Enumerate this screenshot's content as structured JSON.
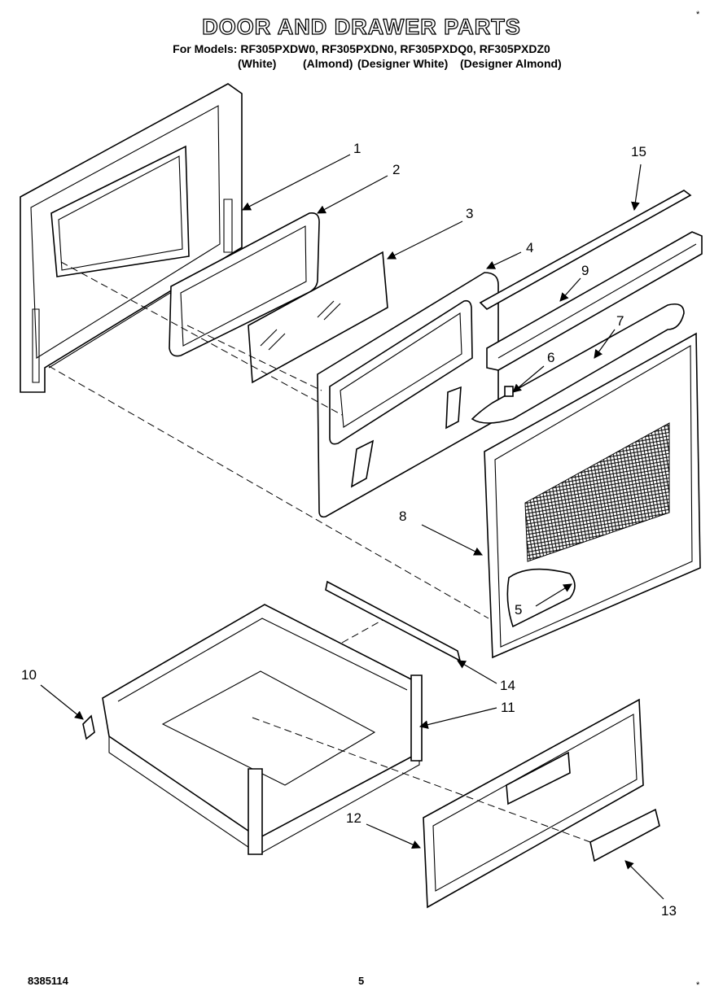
{
  "header": {
    "title": "DOOR AND DRAWER PARTS",
    "models_line": "For Models: RF305PXDW0, RF305PXDN0, RF305PXDQ0, RF305PXDZ0",
    "colors": [
      "(White)",
      "(Almond)",
      "(Designer White)",
      "(Designer Almond)"
    ]
  },
  "callouts": [
    "1",
    "2",
    "3",
    "4",
    "5",
    "6",
    "7",
    "8",
    "9",
    "10",
    "11",
    "12",
    "13",
    "14",
    "15"
  ],
  "footer": {
    "doc_number": "8385114",
    "page_number": "5"
  },
  "marks": {
    "corner": "*"
  }
}
